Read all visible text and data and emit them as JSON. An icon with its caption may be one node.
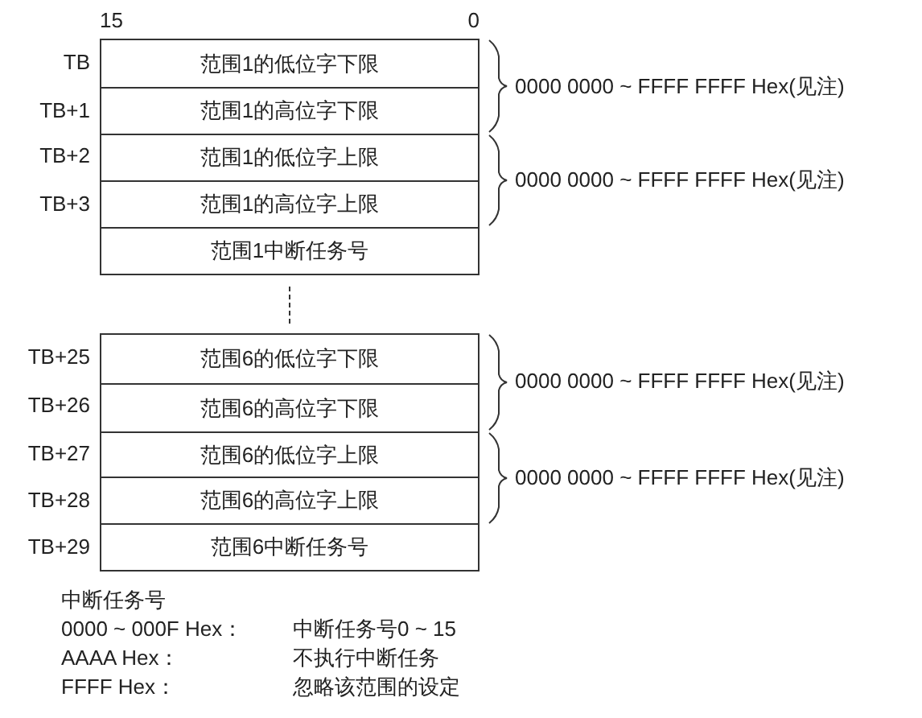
{
  "diagram": {
    "nodes": [
      {
        "text": [
          "范围1的低位字下限"
        ]
      },
      {
        "text": [
          "范围1的高位字下限"
        ]
      },
      {
        "text": [
          "范围1的低位字上限"
        ]
      },
      {
        "text": [
          "范围1的高位字上限"
        ]
      },
      {
        "text": [
          "范围1中断任务号"
        ]
      },
      {
        "text": [
          "范围6的低位字下限"
        ]
      },
      {
        "text": [
          "范围6的高位字下限"
        ]
      },
      {
        "text": [
          "范围6的低位字上限"
        ]
      },
      {
        "text": [
          "范围6的高位字上限"
        ]
      },
      {
        "text": [
          "范围6中断任务号"
        ]
      }
    ],
    "edges": [],
    "labels": [
      "15",
      "0",
      "TB",
      "TB+1",
      "0000 0000 ~ FFFF FFFF Hex(见注)",
      "TB+2",
      "TB+3",
      "0000 0000 ~ FFFF FFFF Hex(见注)",
      "TB+25",
      "TB+26",
      "0000 0000 ~ FFFF FFFF Hex(见注)",
      "TB+27",
      "TB+28",
      "0000 0000 ~ FFFF FFFF Hex(见注)",
      "TB+29",
      "中断任务号",
      "0000 ~ 000F Hex：",
      "中断任务号0 ~ 15",
      "AAAA Hex：",
      "不执行中断任务",
      "FFFF Hex：",
      "忽略该范围的设定"
    ]
  }
}
